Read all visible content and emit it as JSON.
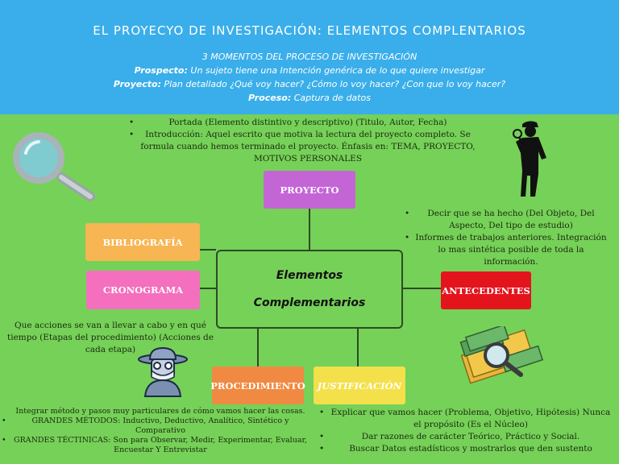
{
  "header": {
    "title": "EL PROYECYO DE INVESTIGACIÓN: ELEMENTOS COMPLENTARIOS",
    "subtitle": "3 MOMENTOS DEL PROCESO DE INVESTIGACIÓN",
    "prospecto_label": "Prospecto:",
    "prospecto_text": " Un sujeto tiene una Intención genérica de lo que quiere investigar",
    "proyecto_label": "Proyecto:",
    "proyecto_text": " Plan detallado ¿Qué voy hacer? ¿Cómo lo voy hacer? ¿Con que lo voy hacer?",
    "proceso_label": "Proceso:",
    "proceso_text": " Captura de datos"
  },
  "center": {
    "line1": "Elementos",
    "line2": "Complementarios"
  },
  "boxes": {
    "proyecto": "PROYECTO",
    "bibliografia": "BIBLIOGRAFÍA",
    "cronograma": "CRONOGRAMA",
    "antecedentes": "ANTECEDENTES",
    "procedimiento": "PROCEDIMIENTO",
    "justificacion": "JUSTIFICACIÓN"
  },
  "notes": {
    "proyecto": [
      "Portada (Elemento distintivo y descriptivo) (Titulo, Autor, Fecha)",
      "Introducción: Aquel escrito que motiva la lectura del proyecto completo. Se formula cuando hemos terminado el proyecto. Énfasis en: TEMA, PROYECTO, MOTIVOS PERSONALES"
    ],
    "antecedentes": [
      "Decir que se ha hecho (Del Objeto, Del Aspecto, Del tipo de estudio)",
      "Informes de trabajos anteriores. Integración lo mas sintética posible de toda la información."
    ],
    "cronograma": "Que acciones se van a llevar a cabo y en qué tiempo  (Etapas del procedimiento) (Acciones de cada etapa)",
    "procedimiento": [
      "Integrar método y pasos muy particulares de cómo vamos hacer las cosas.",
      "GRANDES MÉTODOS: Inductivo, Deductivo, Analítico, Sintético y Comparativo",
      "GRANDES TÉCTINICAS: Son para Observar, Medir, Experimentar, Evaluar, Encuestar Y Entrevistar"
    ],
    "justificacion": [
      "Explicar que vamos hacer (Problema, Objetivo, Hipótesis) Nunca el propósito (Es el Núcleo)",
      "Dar razones de carácter Teórico, Práctico y Social.",
      "Buscar Datos estadísticos y mostrarlos que den sustento"
    ]
  },
  "colors": {
    "background": "#76d158",
    "header": "#3aaeea",
    "proyecto": "#c465d6",
    "bibliografia": "#f7b553",
    "cronograma": "#f46fbd",
    "antecedentes": "#e4141d",
    "procedimiento": "#f08a43",
    "justificacion": "#f4e04a"
  },
  "icons": [
    "magnifying-glass-icon",
    "detective-silhouette-icon",
    "spy-avatar-icon",
    "money-magnifier-icon"
  ]
}
